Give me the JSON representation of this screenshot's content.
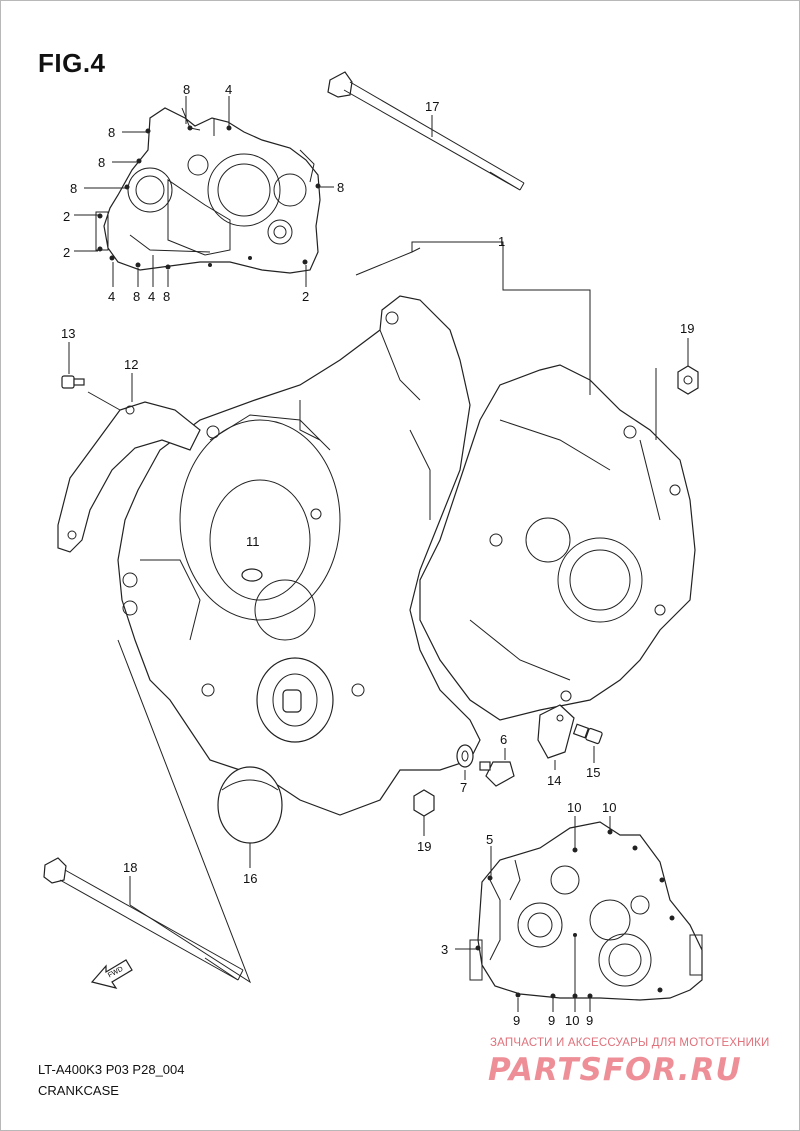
{
  "figure": {
    "title": "FIG.4",
    "model_code": "LT-A400K3 P03 P28_004",
    "assembly_name": "CRANKCASE"
  },
  "callouts": {
    "c1": "1",
    "c2a": "2",
    "c2b": "2",
    "c2c": "2",
    "c3": "3",
    "c4a": "4",
    "c4b": "4",
    "c4c": "4",
    "c5": "5",
    "c6": "6",
    "c7": "7",
    "c8a": "8",
    "c8b": "8",
    "c8c": "8",
    "c8d": "8",
    "c8e": "8",
    "c8f": "8",
    "c8g": "8",
    "c9a": "9",
    "c9b": "9",
    "c9c": "9",
    "c10a": "10",
    "c10b": "10",
    "c10c": "10",
    "c11": "11",
    "c12": "12",
    "c13": "13",
    "c14": "14",
    "c15": "15",
    "c16": "16",
    "c17": "17",
    "c18": "18",
    "c19a": "19",
    "c19b": "19"
  },
  "fwd_arrow_label": "FWD",
  "watermark": {
    "tagline": "ЗАПЧАСТИ И АКСЕССУАРЫ ДЛЯ МОТОТЕХНИКИ",
    "logo": "PARTSFOR.RU",
    "color": "#ee8f98"
  },
  "icons": [
    "fwd-arrow-icon"
  ]
}
